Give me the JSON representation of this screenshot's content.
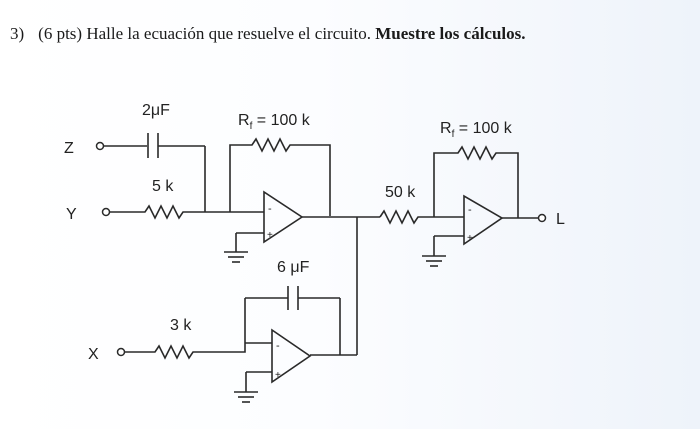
{
  "question": {
    "number": "3)",
    "text": "(6 pts) Halle la ecuación que resuelve el circuito.",
    "bold": "Muestre los cálculos."
  },
  "circuit": {
    "inputs": {
      "z": "Z",
      "y": "Y",
      "x": "X"
    },
    "output": "L",
    "cap1_label": "2μF",
    "r_y_label": "5 k",
    "rf1_label": "R",
    "rf1_sub": "f",
    "rf1_value": " = 100 k",
    "cap2_label": "6 μF",
    "r_x_label": "3 k",
    "r_50_label": "50 k",
    "rf2_label": "R",
    "rf2_sub": "f",
    "rf2_value": " = 100 k",
    "minus": "-",
    "plus": "+"
  }
}
